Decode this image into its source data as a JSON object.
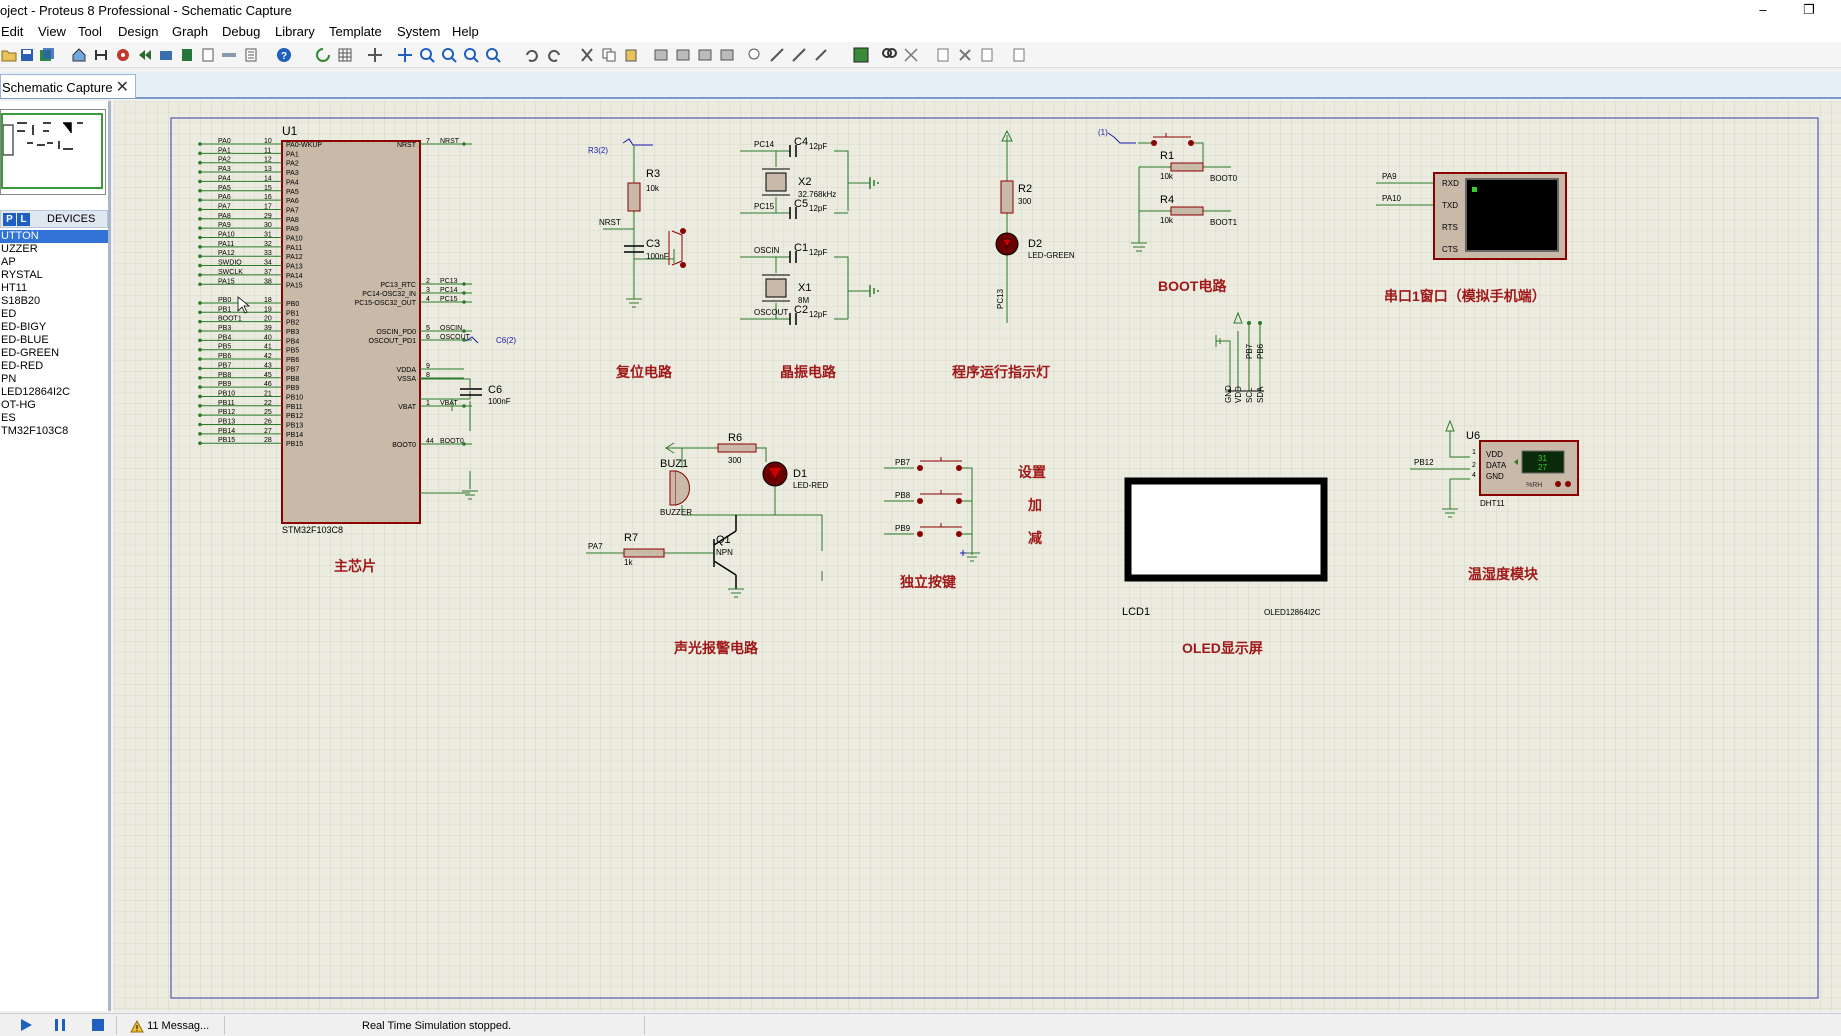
{
  "window": {
    "title": "oject - Proteus 8 Professional - Schematic Capture",
    "minimize": "–",
    "restore": "❐"
  },
  "menu": [
    "Edit",
    "View",
    "Tool",
    "Design",
    "Graph",
    "Debug",
    "Library",
    "Template",
    "System",
    "Help"
  ],
  "tab": {
    "label": "Schematic Capture",
    "close": "✕"
  },
  "devices": {
    "p_label": "P",
    "l_label": "L",
    "header": "DEVICES",
    "items": [
      "UTTON",
      "UZZER",
      "AP",
      "RYSTAL",
      "HT11",
      "S18B20",
      "ED",
      "ED-BIGY",
      "ED-BLUE",
      "ED-GREEN",
      "ED-RED",
      "PN",
      "LED12864I2C",
      "OT-HG",
      "ES",
      "TM32F103C8"
    ],
    "selected_index": 0
  },
  "status": {
    "messages": "11 Messag...",
    "sim_status": "Real Time Simulation stopped."
  },
  "schematic": {
    "mcu": {
      "ref": "U1",
      "part": "STM32F103C8",
      "caption": "主芯片",
      "left_nets": [
        "PA0",
        "PA1",
        "PA2",
        "PA3",
        "PA4",
        "PA5",
        "PA6",
        "PA7",
        "PA8",
        "PA9",
        "PA10",
        "PA11",
        "PA12",
        "SWDIO",
        "SWCLK",
        "PA15",
        "",
        "PB0",
        "PB1",
        "BOOT1",
        "PB3",
        "PB4",
        "PB5",
        "PB6",
        "PB7",
        "PB8",
        "PB9",
        "PB10",
        "PB11",
        "PB12",
        "PB13",
        "PB14",
        "PB15"
      ],
      "left_pins": [
        "10",
        "11",
        "12",
        "13",
        "14",
        "15",
        "16",
        "17",
        "29",
        "30",
        "31",
        "32",
        "33",
        "34",
        "37",
        "38",
        "",
        "18",
        "19",
        "20",
        "39",
        "40",
        "41",
        "42",
        "43",
        "45",
        "46",
        "21",
        "22",
        "25",
        "26",
        "27",
        "28"
      ],
      "left_inner": [
        "PA0-WKUP",
        "PA1",
        "PA2",
        "PA3",
        "PA4",
        "PA5",
        "PA6",
        "PA7",
        "PA8",
        "PA9",
        "PA10",
        "PA11",
        "PA12",
        "PA13",
        "PA14",
        "PA15",
        "",
        "PB0",
        "PB1",
        "PB2",
        "PB3",
        "PB4",
        "PB5",
        "PB6",
        "PB7",
        "PB8",
        "PB9",
        "PB10",
        "PB11",
        "PB12",
        "PB13",
        "PB14",
        "PB15"
      ],
      "right_pins": [
        {
          "inner": "NRST",
          "pin": "7",
          "net": "NRST"
        },
        {
          "inner": "PC13_RTC",
          "pin": "2",
          "net": "PC13"
        },
        {
          "inner": "PC14-OSC32_IN",
          "pin": "3",
          "net": "PC14"
        },
        {
          "inner": "PC15-OSC32_OUT",
          "pin": "4",
          "net": "PC15"
        },
        {
          "inner": "OSCIN_PD0",
          "pin": "5",
          "net": "OSCIN"
        },
        {
          "inner": "OSCOUT_PD1",
          "pin": "6",
          "net": "OSCOUT"
        },
        {
          "inner": "VDDA",
          "pin": "9",
          "net": ""
        },
        {
          "inner": "VSSA",
          "pin": "8",
          "net": ""
        },
        {
          "inner": "VBAT",
          "pin": "1",
          "net": "VBAT"
        },
        {
          "inner": "BOOT0",
          "pin": "44",
          "net": "BOOT0"
        }
      ],
      "cap_c6": {
        "ref": "C6",
        "value": "100nF",
        "probe": "C6(2)"
      }
    },
    "reset": {
      "caption": "复位电路",
      "probe": "R3(2)",
      "r": {
        "ref": "R3",
        "value": "10k"
      },
      "c": {
        "ref": "C3",
        "value": "100nF"
      },
      "net": "NRST"
    },
    "crystal": {
      "caption": "晶振电路",
      "x2": {
        "ref": "X2",
        "value": "32.768kHz"
      },
      "x1": {
        "ref": "X1",
        "value": "8M"
      },
      "caps": [
        {
          "ref": "C4",
          "value": "12pF"
        },
        {
          "ref": "C5",
          "value": "12pF"
        },
        {
          "ref": "C1",
          "value": "12pF"
        },
        {
          "ref": "C2",
          "value": "12pF"
        }
      ],
      "nets": [
        "PC14",
        "PC15",
        "OSCIN",
        "OSCOUT"
      ]
    },
    "led_indicator": {
      "caption": "程序运行指示灯",
      "r": {
        "ref": "R2",
        "value": "300"
      },
      "d": {
        "ref": "D2",
        "value": "LED-GREEN"
      },
      "net": "PC13"
    },
    "boot": {
      "caption": "BOOT电路",
      "probe": "(1)",
      "r1": {
        "ref": "R1",
        "value": "10k"
      },
      "r4": {
        "ref": "R4",
        "value": "10k"
      },
      "nets": [
        "BOOT0",
        "BOOT1"
      ]
    },
    "uart": {
      "caption": "串口1窗口（模拟手机端）",
      "nets": [
        "PA9",
        "PA10"
      ],
      "pins": [
        "RXD",
        "TXD",
        "RTS",
        "CTS"
      ]
    },
    "buzzer": {
      "caption": "声光报警电路",
      "r6": {
        "ref": "R6",
        "value": "300"
      },
      "d1": {
        "ref": "D1",
        "value": "LED-RED"
      },
      "buz": {
        "ref": "BUZ1",
        "value": "BUZZER"
      },
      "r7": {
        "ref": "R7",
        "value": "1k"
      },
      "q": {
        "ref": "Q1",
        "value": "NPN"
      },
      "net": "PA7"
    },
    "keys": {
      "caption": "独立按键",
      "nets": [
        "PB7",
        "PB8",
        "PB9"
      ],
      "labels": [
        "设置",
        "加",
        "减"
      ]
    },
    "oled": {
      "caption": "OLED显示屏",
      "ref": "LCD1",
      "part": "OLED12864I2C",
      "pins": [
        "GND",
        "VDD",
        "SCL",
        "SDA"
      ],
      "nets": [
        "PB7",
        "PB6"
      ]
    },
    "dht": {
      "caption": "温湿度模块",
      "ref": "U6",
      "part": "DHT11",
      "net": "PB12",
      "pin_nums": [
        "1",
        "2",
        "4"
      ],
      "pins": [
        "VDD",
        "DATA",
        "GND"
      ],
      "temp": "31",
      "hum": "27",
      "unit": "%RH"
    }
  }
}
